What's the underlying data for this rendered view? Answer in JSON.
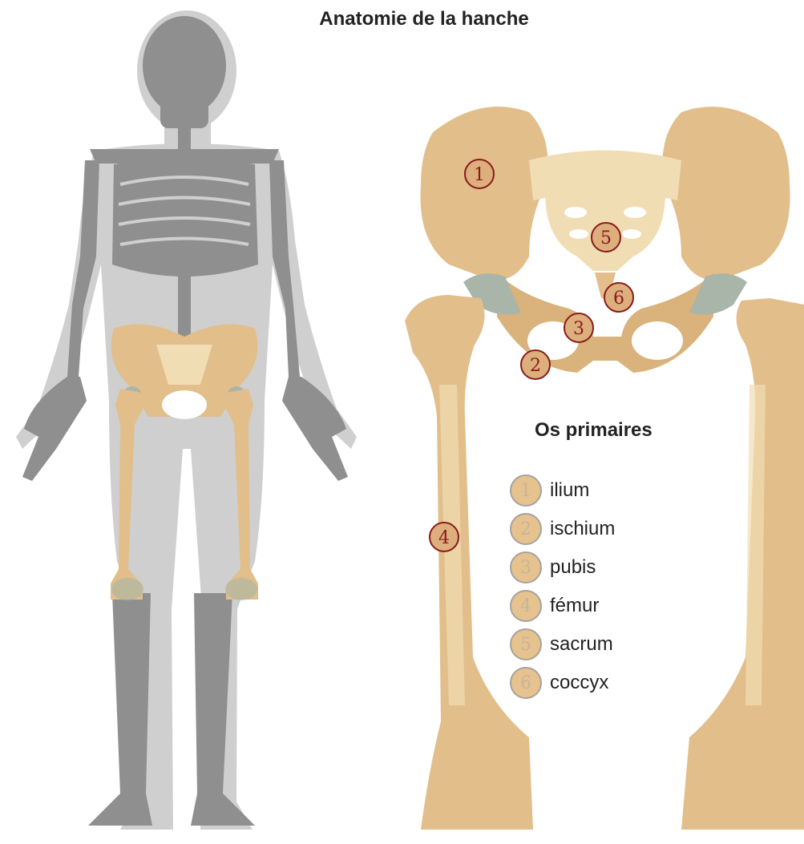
{
  "title": "Anatomie de la hanche",
  "legend": {
    "title": "Os primaires",
    "items": [
      {
        "num": "1",
        "label": "ilium"
      },
      {
        "num": "2",
        "label": "ischium"
      },
      {
        "num": "3",
        "label": "pubis"
      },
      {
        "num": "4",
        "label": "fémur"
      },
      {
        "num": "5",
        "label": "sacrum"
      },
      {
        "num": "6",
        "label": "coccyx"
      }
    ]
  },
  "markers": [
    "1",
    "2",
    "3",
    "4",
    "5",
    "6"
  ],
  "colors": {
    "bone": "#e2be8b",
    "bone_dark": "#c89f6c",
    "bone_light": "#f1ddb4",
    "cartilage": "#a9b5a8",
    "skeleton_gray": "#8f8f8f",
    "body_silhouette": "#cfcfcf",
    "marker_outline": "#8a1a1a"
  }
}
